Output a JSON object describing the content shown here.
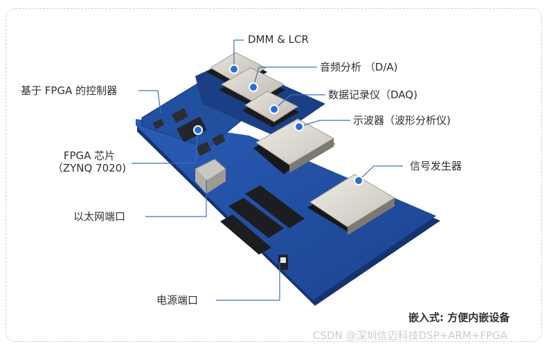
{
  "labels": {
    "dmm_lcr": "DMM & LCR",
    "audio": "音频分析 （D/A)",
    "daq": "数据记录仪（DAQ)",
    "scope": "示波器（波形分析仪)",
    "siggen": "信号发生器",
    "controller": "基于 FPGA 的控制器",
    "fpga_line1": "FPGA 芯片",
    "fpga_line2": "（ZYNQ 7020)",
    "ethernet": "以太网端口",
    "power": "电源端口"
  },
  "caption": "嵌入式: 方便内嵌设备",
  "watermark": "CSDN @深圳信迈科技DSP+ARM+FPGA",
  "colors": {
    "board_blue": "#1f4fa6",
    "board_dark": "#183c82",
    "module_silver": "#d9d6cf",
    "leader_line": "#3d6fb8",
    "dot": "#2a6cd8"
  }
}
